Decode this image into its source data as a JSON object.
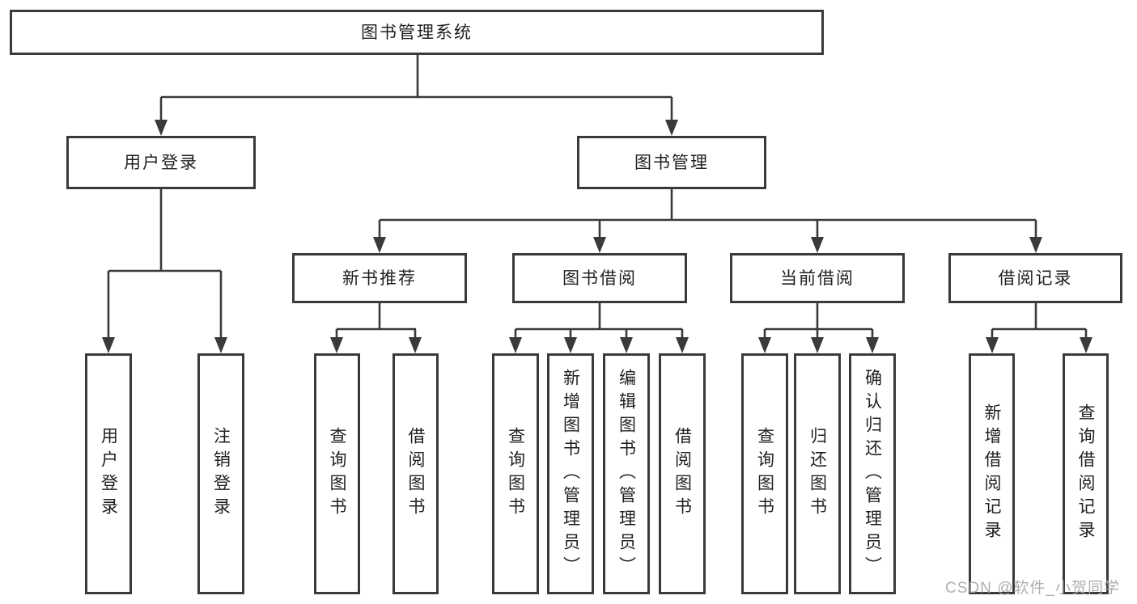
{
  "diagram": {
    "title": "图书管理系统",
    "branches": {
      "user_login": {
        "label": "用户登录",
        "children": [
          "用户登录",
          "注销登录"
        ]
      },
      "book_management": {
        "label": "图书管理",
        "children": {
          "new_book_recommend": {
            "label": "新书推荐",
            "children": [
              "查询图书",
              "借阅图书"
            ]
          },
          "book_borrow": {
            "label": "图书借阅",
            "children": [
              "查询图书",
              "新增图书（管理员）",
              "编辑图书（管理员）",
              "借阅图书"
            ]
          },
          "current_borrow": {
            "label": "当前借阅",
            "children": [
              "查询图书",
              "归还图书",
              "确认归还（管理员）"
            ]
          },
          "borrow_records": {
            "label": "借阅记录",
            "children": [
              "新增借阅记录",
              "查询借阅记录"
            ]
          }
        }
      }
    }
  },
  "watermark": {
    "text": "CSDN @软件_小贺同学"
  },
  "colors": {
    "line": "#3a3a3a",
    "box_border": "#3a3a3a",
    "text": "#1f1f1f",
    "background": "#ffffff",
    "watermark": "#a8a8a8"
  }
}
